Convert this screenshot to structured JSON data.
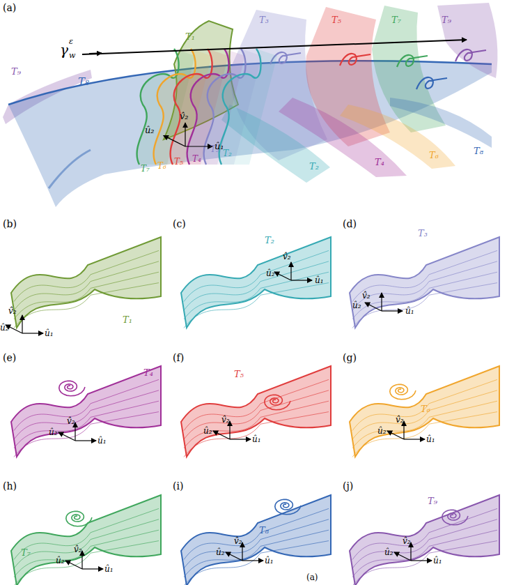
{
  "diagram": {
    "labels": [
      "(a)",
      "γ",
      "ε",
      "w",
      "T₉",
      "T₈",
      "T₁",
      "T₇",
      "T₆",
      "T₅",
      "T₄",
      "T₃",
      "T₂",
      "T₃",
      "T₅",
      "T₇",
      "T₉",
      "T₂",
      "T₄",
      "T₆",
      "T₈",
      "v̂₂",
      "û₂",
      "û₁",
      "(b)",
      "T₁",
      "v̂₂",
      "û₂",
      "û₁",
      "(c)",
      "T₂",
      "û₂",
      "v̂₂",
      "û₁",
      "(d)",
      "T₃",
      "v̂₂",
      "û₂",
      "û₁",
      "(e)",
      "T₄",
      "û₂",
      "v̂₂",
      "û₁",
      "(f)",
      "T₅",
      "û₂",
      "v̂₂",
      "û₁",
      "(g)",
      "T₆",
      "û₂",
      "v̂₂",
      "û₁",
      "(h)",
      "T₇",
      "û₂",
      "v̂₂",
      "û₁",
      "(i)",
      "T₈",
      "û₂",
      "v̂₂",
      "û₁",
      "(j)",
      "T₉",
      "û₂",
      "v̂₂",
      "û₁",
      "(a)"
    ]
  }
}
